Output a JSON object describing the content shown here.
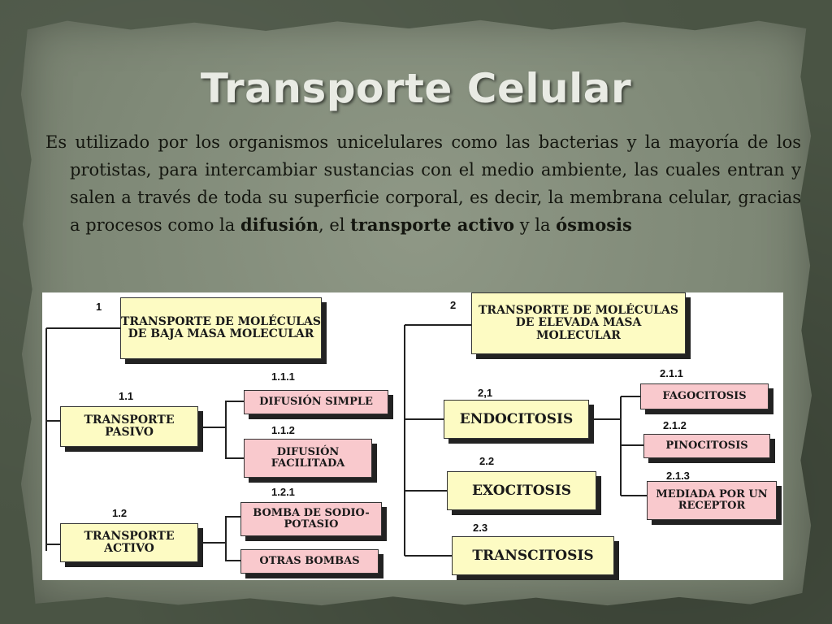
{
  "slide": {
    "title": "Transporte Celular",
    "paragraph": {
      "part1": "Es utilizado por los organismos unicelulares como las bacterias y la mayoría de los protistas, para intercambiar sustancias con el medio ambiente, las cuales entran y salen a través de toda su superficie corporal, es decir, la membrana celular, gracias a procesos como la ",
      "bold1": "difusión",
      "part2": ", el ",
      "bold2": "transporte activo",
      "part3": " y la ",
      "bold3": "ósmosis"
    }
  },
  "diagram": {
    "colors": {
      "yellow": "#fdfbc3",
      "pink": "#f9c9cd",
      "line": "#222222"
    },
    "nodes": {
      "n1": {
        "number": "1",
        "label": "TRANSPORTE DE MOLÉCULAS DE BAJA MASA MOLECULAR"
      },
      "n1_1": {
        "number": "1.1",
        "label": "TRANSPORTE PASIVO"
      },
      "n1_1_1": {
        "number": "1.1.1",
        "label": "DIFUSIÓN SIMPLE"
      },
      "n1_1_2": {
        "number": "1.1.2",
        "label": "DIFUSIÓN FACILITADA"
      },
      "n1_2": {
        "number": "1.2",
        "label": "TRANSPORTE ACTIVO"
      },
      "n1_2_1": {
        "number": "1.2.1",
        "label": "BOMBA DE SODIO-POTASIO"
      },
      "n1_2_2": {
        "label": "OTRAS BOMBAS"
      },
      "n2": {
        "number": "2",
        "label": "TRANSPORTE DE MOLÉCULAS DE ELEVADA MASA MOLECULAR"
      },
      "n2_1": {
        "number": "2,1",
        "label": "ENDOCITOSIS"
      },
      "n2_1_1": {
        "number": "2.1.1",
        "label": "FAGOCITOSIS"
      },
      "n2_1_2": {
        "number": "2.1.2",
        "label": "PINOCITOSIS"
      },
      "n2_1_3": {
        "number": "2.1.3",
        "label": "MEDIADA POR UN RECEPTOR"
      },
      "n2_2": {
        "number": "2.2",
        "label": "EXOCITOSIS"
      },
      "n2_3": {
        "number": "2.3",
        "label": "TRANSCITOSIS"
      }
    }
  }
}
